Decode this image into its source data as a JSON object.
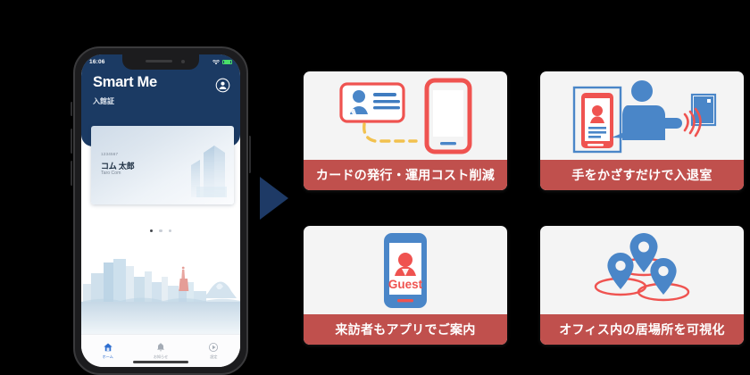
{
  "theme": {
    "background": "#000000",
    "navy": "#1b3a63",
    "red": "#c0504d",
    "icon_red": "#e9575a",
    "icon_blue": "#5b8fc9",
    "accent_blue": "#2f6fd0",
    "yellow": "#f2c14e",
    "card_bg": "#f4f4f4"
  },
  "phone": {
    "status_bar": {
      "time": "16:06",
      "wifi_icon": "wifi-icon",
      "battery_icon": "battery-icon"
    },
    "header": {
      "title": "Smart Me",
      "subtitle": "入館証",
      "account_icon": "account-circle-icon"
    },
    "pass_card": {
      "number": "1234567",
      "name": "コム 太郎",
      "name_romaji": "Taro Com",
      "building_icon": "building-illustration"
    },
    "carousel": {
      "total": 3,
      "active_index": 0
    },
    "scene_icon": "city-skyline-illustration",
    "tabs": [
      {
        "label": "ホーム",
        "icon": "home-icon",
        "active": true
      },
      {
        "label": "お知らせ",
        "icon": "bell-icon",
        "active": false
      },
      {
        "label": "設定",
        "icon": "settings-play-icon",
        "active": false
      }
    ]
  },
  "arrow": {
    "icon": "right-triangle-arrow-icon",
    "color": "#1e3a66"
  },
  "cards": [
    {
      "caption": "カードの発行・運用コスト削減",
      "art_icon": "id-card-to-smartphone-icon"
    },
    {
      "caption": "手をかざすだけで入退室",
      "art_icon": "wave-hand-access-reader-icon"
    },
    {
      "caption": "来訪者もアプリでご案内",
      "art_icon": "guest-smartphone-icon",
      "art_label": "Guest"
    },
    {
      "caption": "オフィス内の居場所を可視化",
      "art_icon": "location-pins-icon"
    }
  ]
}
